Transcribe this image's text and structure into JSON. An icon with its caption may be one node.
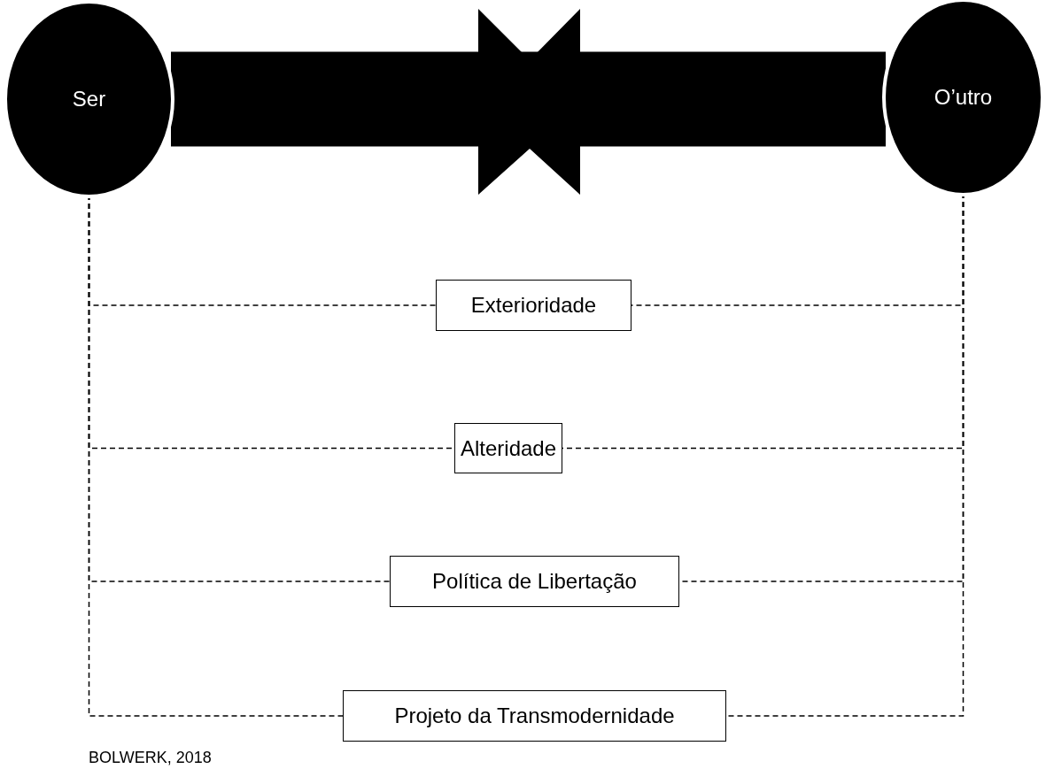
{
  "diagram": {
    "nodes": [
      {
        "text": [
          "Ser"
        ]
      },
      {
        "text": [
          "O’utro"
        ]
      },
      {
        "text": [
          "Exterioridade"
        ]
      },
      {
        "text": [
          "Alteridade"
        ]
      },
      {
        "text": [
          "Política de Libertação"
        ]
      },
      {
        "text": [
          "Projeto da Transmodernidade"
        ]
      }
    ],
    "edges": [
      {
        "from": 0,
        "to": 1,
        "arrow": "none",
        "style": "thick"
      },
      {
        "from": 0,
        "to": 2,
        "arrow": "none",
        "style": "dashed"
      },
      {
        "from": 1,
        "to": 2,
        "arrow": "none",
        "style": "dashed"
      },
      {
        "from": 0,
        "to": 3,
        "arrow": "none",
        "style": "dashed"
      },
      {
        "from": 1,
        "to": 3,
        "arrow": "none",
        "style": "dashed"
      },
      {
        "from": 0,
        "to": 4,
        "arrow": "none",
        "style": "dashed"
      },
      {
        "from": 1,
        "to": 4,
        "arrow": "none",
        "style": "dashed"
      },
      {
        "from": 0,
        "to": 5,
        "arrow": "none",
        "style": "dashed"
      },
      {
        "from": 1,
        "to": 5,
        "arrow": "none",
        "style": "dashed"
      }
    ],
    "labels": [
      "BOLWERK, 2018"
    ]
  }
}
